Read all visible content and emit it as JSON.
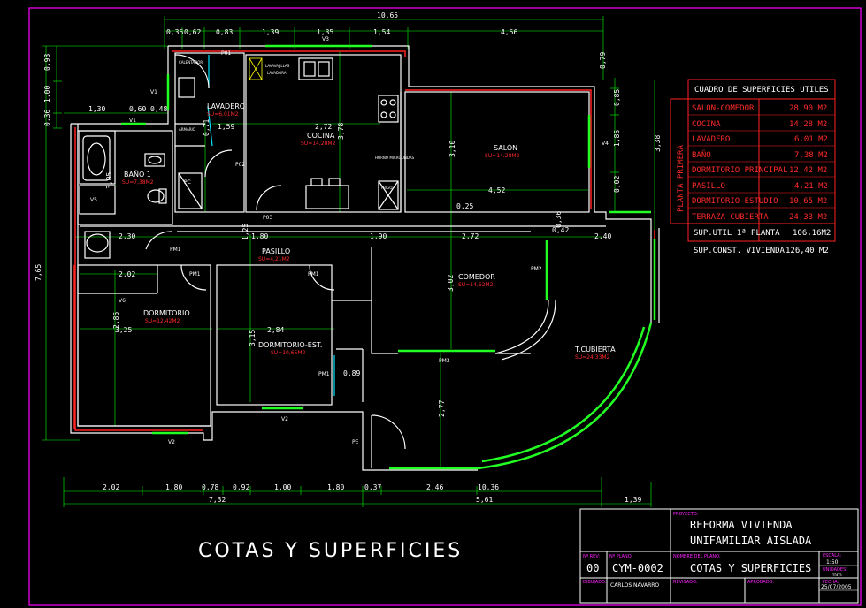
{
  "drawing": {
    "title": "COTAS Y SUPERFICIES"
  },
  "dimensions": {
    "top_total": "10,65",
    "top_segments": [
      "0,36",
      "0,62",
      "0,83",
      "1,39",
      "1,35",
      "1,54",
      "4,56"
    ],
    "bottom_segments": [
      "2,02",
      "1,80",
      "0,78",
      "0,92",
      "1,00",
      "1,80",
      "0,37",
      "2,46",
      "10,36"
    ],
    "bottom_totals": [
      "7,32",
      "5,61",
      "1,39"
    ],
    "left_total": "7,65",
    "left_segments": [
      "0,93",
      "1,00",
      "0,36"
    ],
    "right_segments": [
      "0,85",
      "1,85",
      "0,02",
      "3,38"
    ],
    "internal": [
      "1,30",
      "0,60",
      "0,48",
      "1,59",
      "2,72",
      "3,78",
      "3,10",
      "4,52",
      "0,25",
      "2,30",
      "1,80",
      "1,90",
      "2,72",
      "0,42",
      "0,36",
      "2,40",
      "0,79",
      "1,25",
      "2,02",
      "3,25",
      "3,05",
      "2,84",
      "2,85",
      "0,89",
      "3,02",
      "2,77",
      "0,71",
      "3,15"
    ]
  },
  "rooms": {
    "lavadero": {
      "name": "LAVADERO",
      "area": "SU=6,01M2"
    },
    "cocina": {
      "name": "COCINA",
      "area": "SU=14,28M2"
    },
    "salon": {
      "name": "SALÓN",
      "area": "SU=14,28M2"
    },
    "bano": {
      "name": "BAÑO 1",
      "area": "SU=7,38M2"
    },
    "pasillo": {
      "name": "PASILLO",
      "area": "SU=4,21M2"
    },
    "comedor": {
      "name": "COMEDOR",
      "area": "SU=14,62M2"
    },
    "dormitorio": {
      "name": "DORMITORIO",
      "area": "SU=12,42M2"
    },
    "dormitorio_est": {
      "name": "DORMITORIO-EST.",
      "area": "SU=10,65M2"
    },
    "terraza": {
      "name": "T.CUBIERTA",
      "area": "SU=24,33M2"
    }
  },
  "tags": {
    "doors": [
      "P01",
      "P02",
      "P03",
      "PM1",
      "PM1",
      "PM1",
      "PM1",
      "PM2",
      "PM3",
      "PE",
      "PC"
    ],
    "windows": [
      "V1",
      "V1",
      "V2",
      "V2",
      "V3",
      "V4",
      "V5",
      "V6"
    ]
  },
  "fixture_labels": [
    "CALENTADOR",
    "LAVAVAJILLAS",
    "LAVADORA",
    "FRIGO",
    "HORNO MICROONDAS",
    "ARMARIO"
  ],
  "table": {
    "header": "CUADRO DE SUPERFICIES UTILES",
    "side_label": "PLANTA PRIMERA",
    "rows": [
      {
        "name": "SALON-COMEDOR",
        "value": "28,90 M2"
      },
      {
        "name": "COCINA",
        "value": "14,28 M2"
      },
      {
        "name": "LAVADERO",
        "value": "6,01 M2"
      },
      {
        "name": "BAÑO",
        "value": "7,38 M2"
      },
      {
        "name": "DORMITORIO PRINCIPAL",
        "value": "12,42 M2"
      },
      {
        "name": "PASILLO",
        "value": "4,21 M2"
      },
      {
        "name": "DORMITORIO-ESTUDIO",
        "value": "10,65 M2"
      },
      {
        "name": "TERRAZA CUBIERTA",
        "value": "24,33 M2"
      }
    ],
    "total_label": "SUP.UTIL 1ª PLANTA",
    "total_value": "106,16M2",
    "const_label": "SUP.CONST. VIVIENDA",
    "const_value": "126,40 M2"
  },
  "title_block": {
    "proyecto_label": "PROYECTO:",
    "proyecto_line1": "REFORMA VIVIENDA",
    "proyecto_line2": "UNIFAMILIAR AISLADA",
    "nrev_label": "Nº REV:",
    "nrev": "00",
    "nplano_label": "Nº PLANO:",
    "nplano": "CYM-0002",
    "nombre_label": "NOMBRE DEL PLANO:",
    "nombre": "COTAS Y SUPERFICIES",
    "escala_label": "ESCALA:",
    "escala": "1:50",
    "unidades_label": "UNIDADES:",
    "unidades": "mm",
    "fecha_label": "FECHA:",
    "fecha": "25/07/2005",
    "dibujado_label": "DIBUJADO:",
    "dibujado": "CARLOS NAVARRO",
    "revisado_label": "REVISADO:",
    "aprobado_label": "APROBADO:"
  },
  "colors": {
    "background": "#000000",
    "wall": "#ffffff",
    "red_line": "#ff2222",
    "green_window": "#22ff22",
    "border": "#ff00ff",
    "dimension": "#00ff00"
  }
}
